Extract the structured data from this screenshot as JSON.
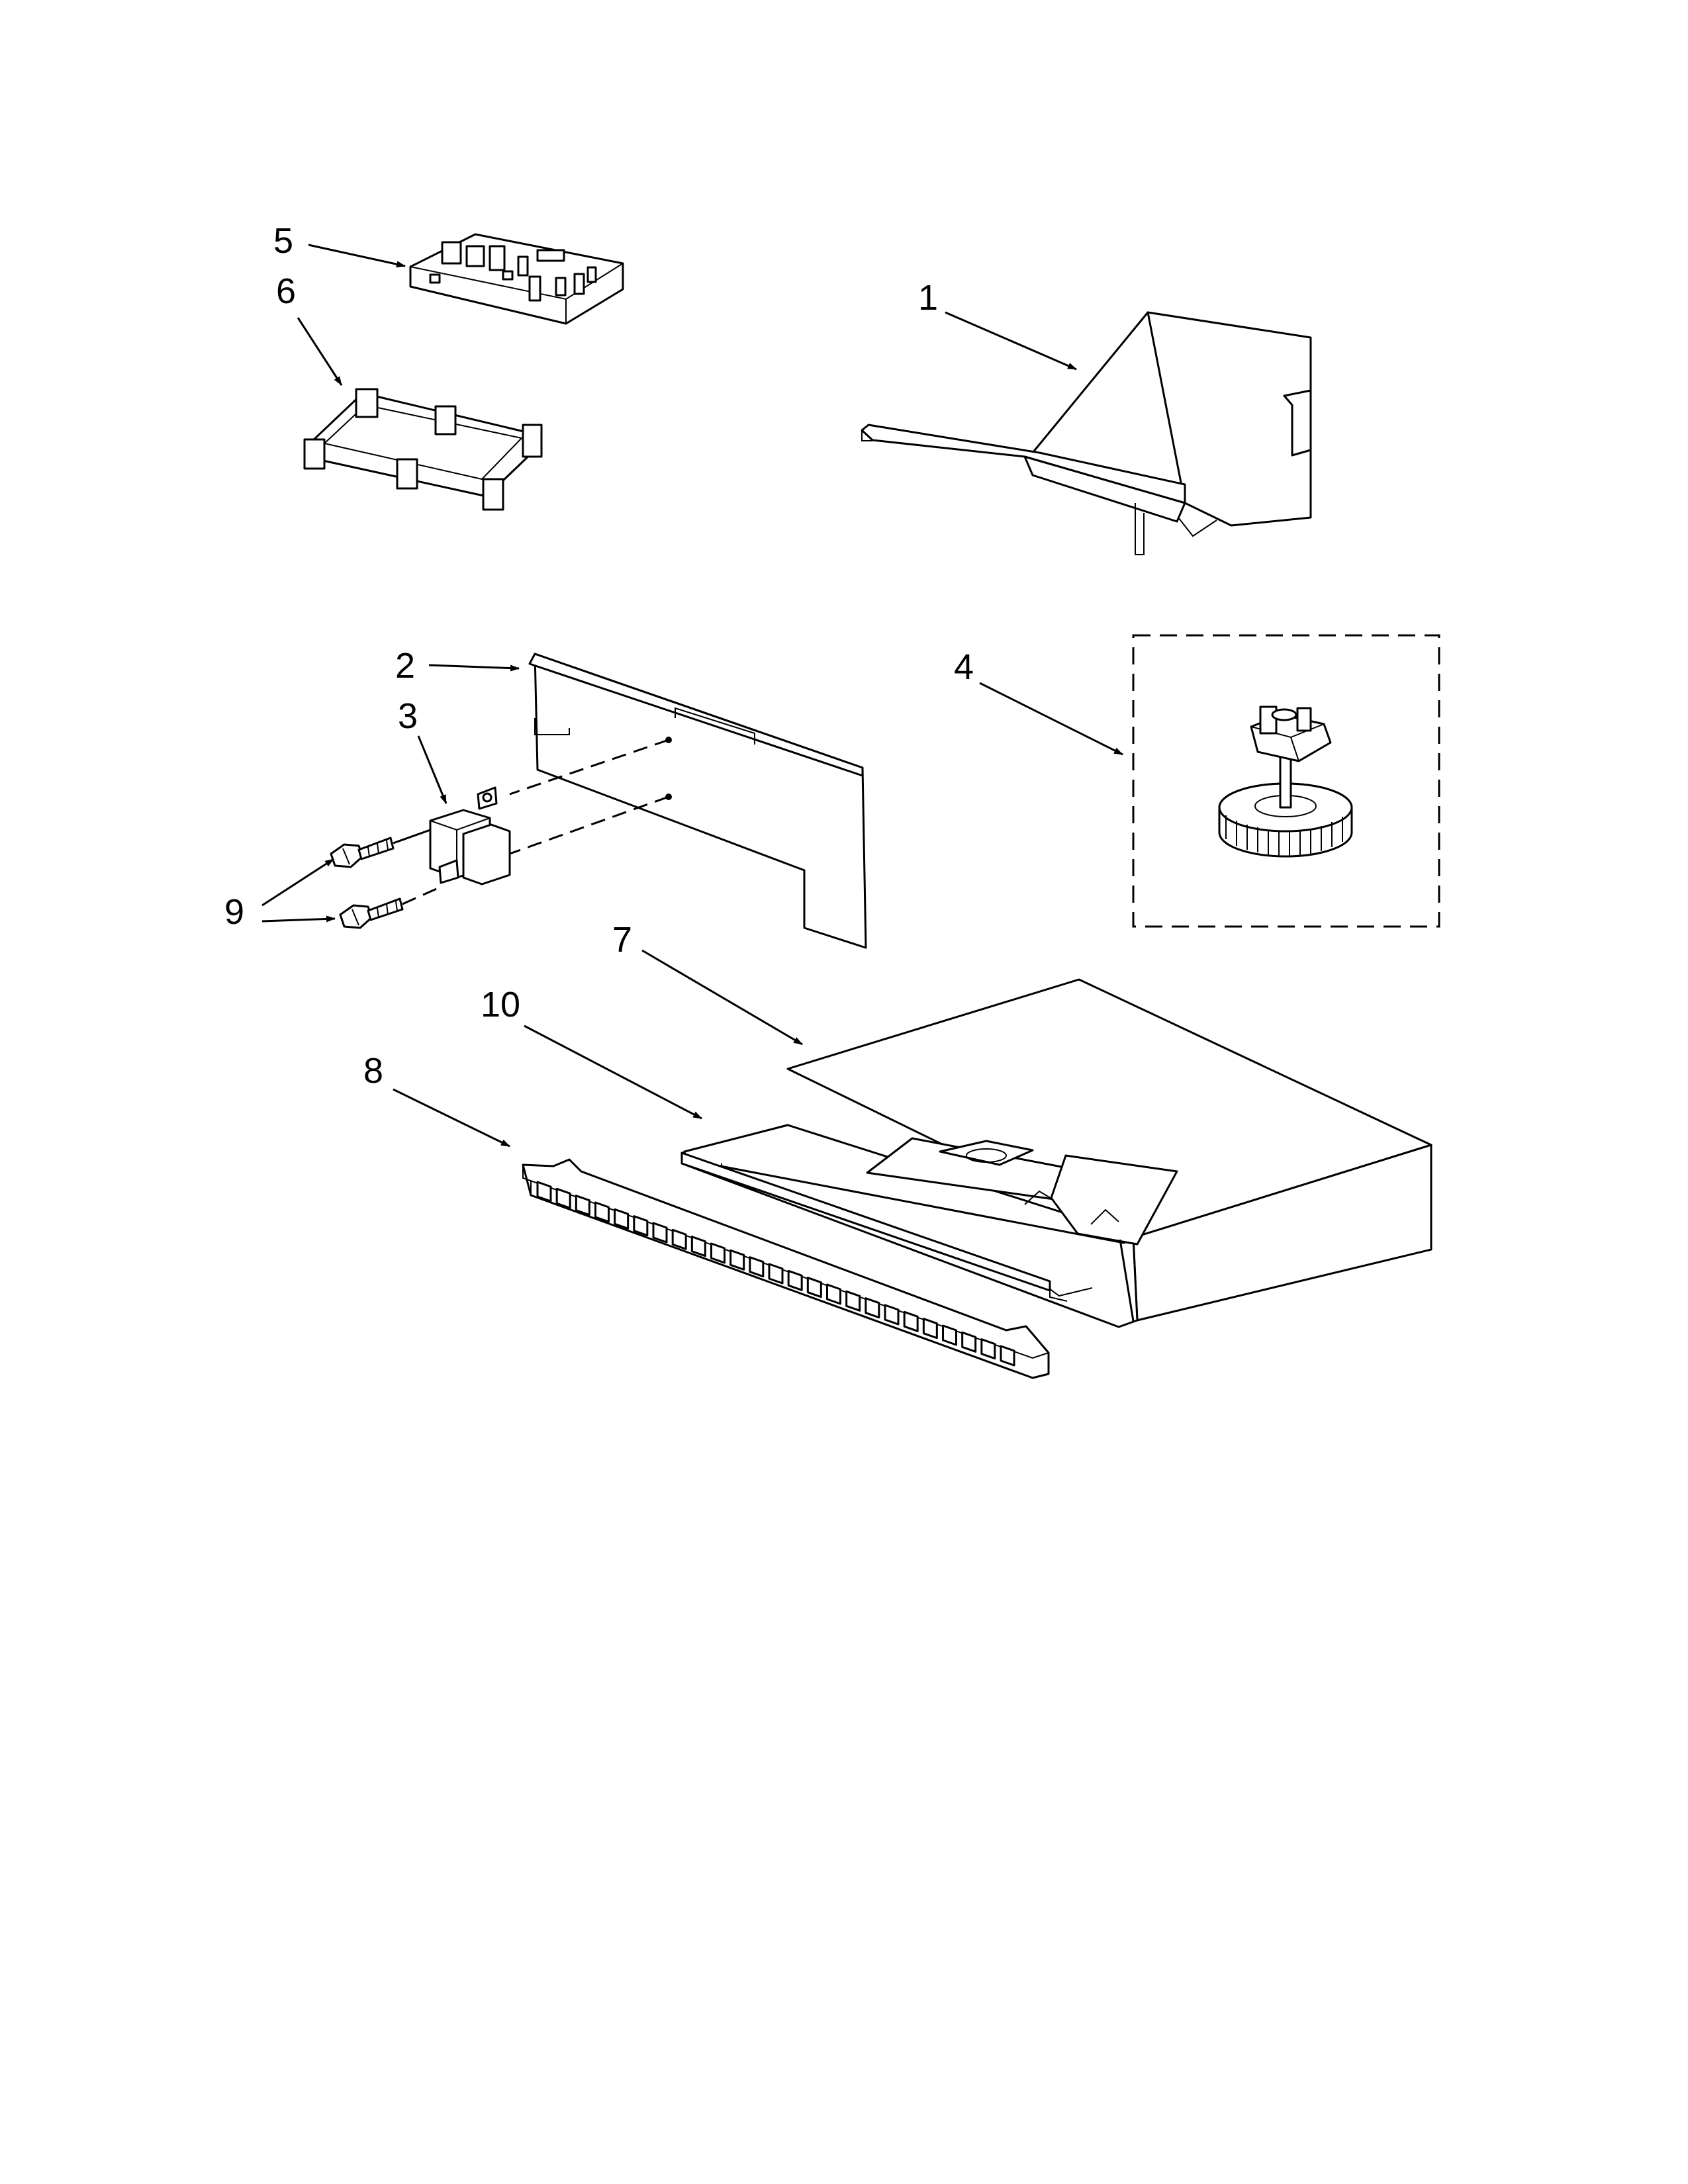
{
  "callouts": {
    "c1": "1",
    "c2": "2",
    "c3": "3",
    "c4": "4",
    "c5": "5",
    "c6": "6",
    "c7": "7",
    "c8": "8",
    "c9": "9",
    "c10": "10"
  },
  "colors": {
    "line": "#000000",
    "fill": "#ffffff"
  }
}
